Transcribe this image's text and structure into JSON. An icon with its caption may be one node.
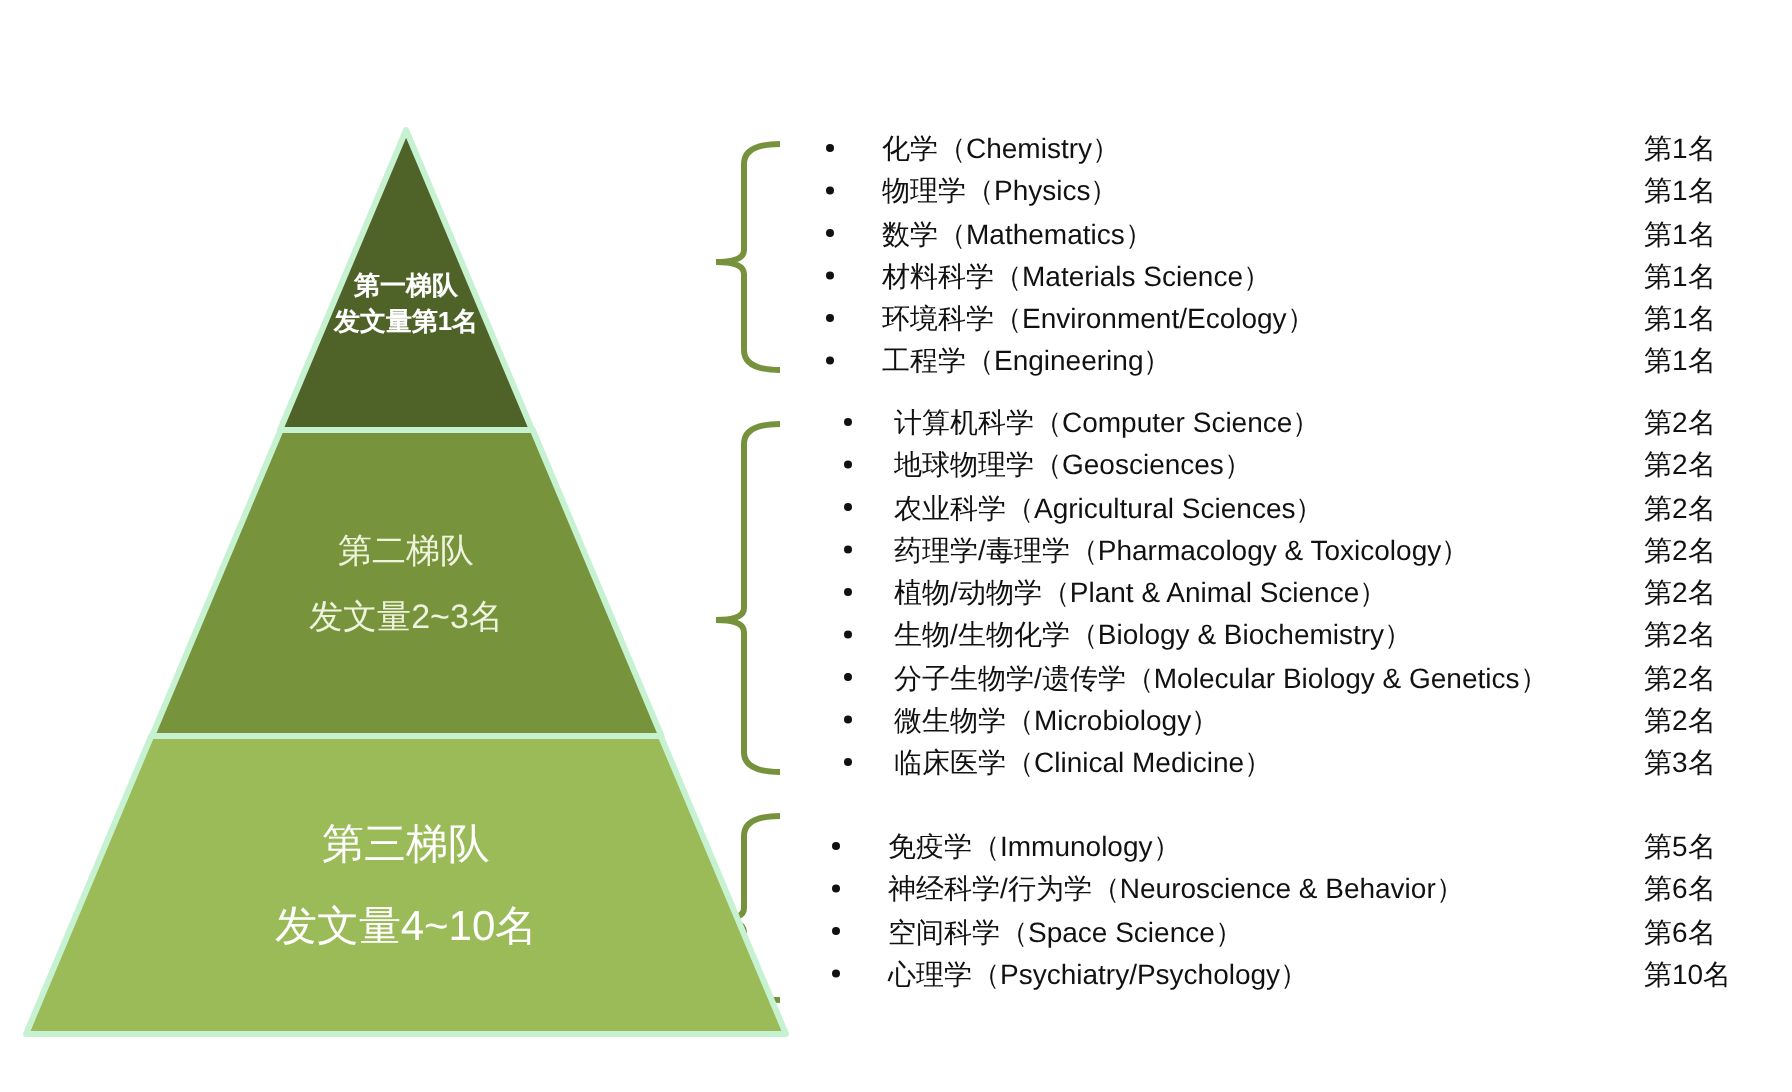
{
  "diagram": {
    "nodes": [
      {
        "text": [
          "第一梯队",
          "发文量第1名"
        ]
      },
      {
        "text": [
          "第二梯队",
          "发文量2~3名"
        ]
      },
      {
        "text": [
          "第三梯队",
          "发文量4~10名"
        ]
      }
    ],
    "labels": [
      "化学（Chemistry）",
      "第1名",
      "物理学（Physics）",
      "第1名",
      "数学（Mathematics）",
      "第1名",
      "材料科学（Materials Science）",
      "第1名",
      "环境科学（Environment/Ecology）",
      "第1名",
      "工程学（Engineering）",
      "第1名",
      "计算机科学（Computer Science）",
      "第2名",
      "地球物理学（Geosciences）",
      "第2名",
      "农业科学（Agricultural Sciences）",
      "第2名",
      "药理学/毒理学（Pharmacology & Toxicology）",
      "第2名",
      "植物/动物学（Plant & Animal Science）",
      "第2名",
      "生物/生物化学（Biology & Biochemistry）",
      "第2名",
      "分子生物学/遗传学（Molecular Biology & Genetics）",
      "第2名",
      "微生物学（Microbiology）",
      "第2名",
      "临床医学（Clinical Medicine）",
      "第3名",
      "免疫学（Immunology）",
      "第5名",
      "神经科学/行为学（Neuroscience & Behavior）",
      "第6名",
      "空间科学（Space Science）",
      "第6名",
      "心理学（Psychiatry/Psychology）",
      "第10名"
    ]
  }
}
